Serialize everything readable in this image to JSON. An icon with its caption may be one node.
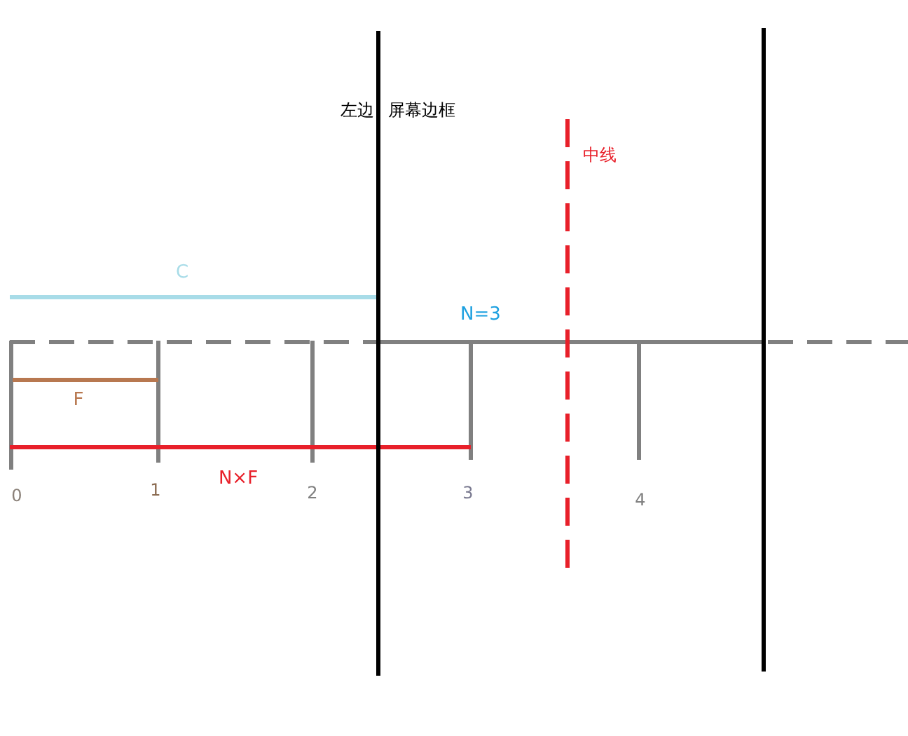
{
  "diagram": {
    "labels": [
      "左边",
      "屏幕边框",
      "中线",
      "C",
      "N=3",
      "F",
      "N×F",
      "0",
      "1",
      "2",
      "3",
      "4"
    ]
  }
}
